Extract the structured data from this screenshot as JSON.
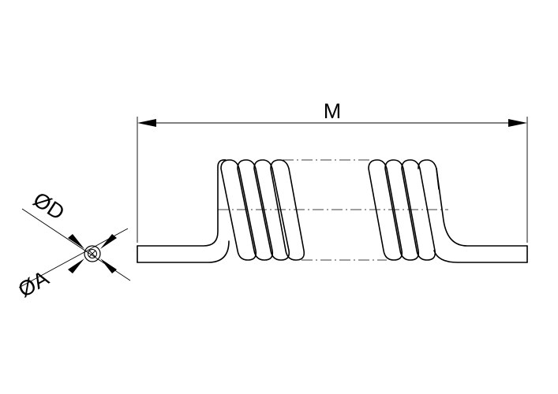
{
  "labels": {
    "length": "M",
    "outer_diameter": "ØD",
    "wire_diameter": "ØA"
  }
}
